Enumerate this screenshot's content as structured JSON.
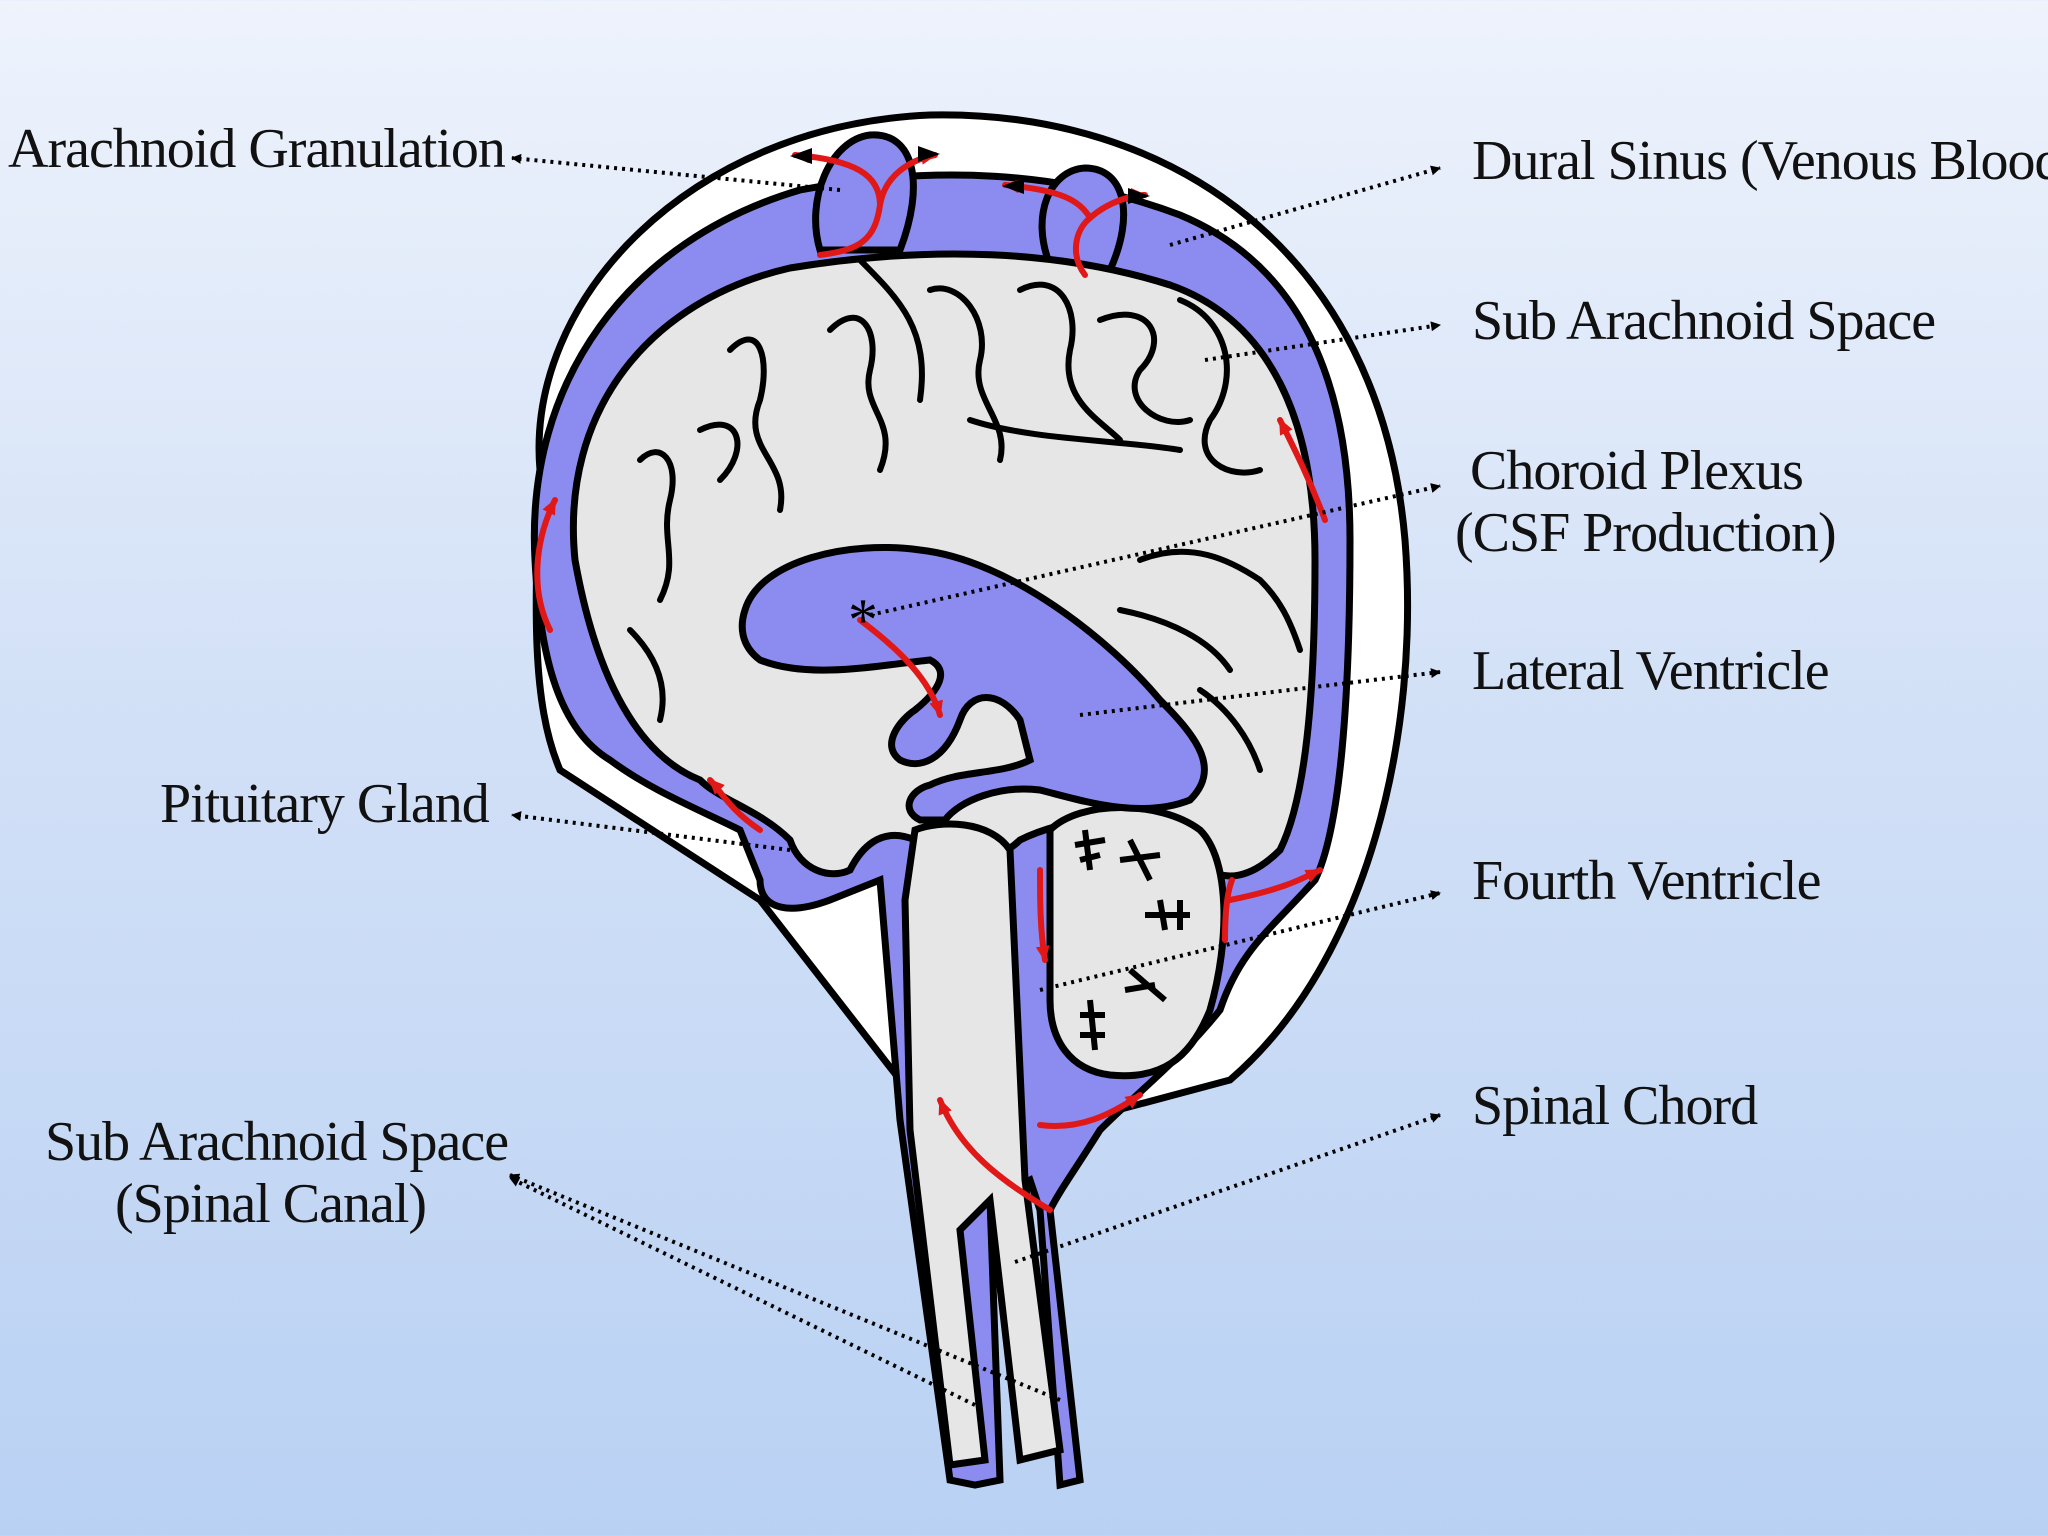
{
  "labels": {
    "arachnoid_granulation": "Arachnoid Granulation",
    "pituitary_gland": "Pituitary Gland",
    "sub_arachnoid_spinal_line1": "Sub Arachnoid Space",
    "sub_arachnoid_spinal_line2": "(Spinal Canal)",
    "dural_sinus": "Dural Sinus (Venous Blood)",
    "sub_arachnoid_space": "Sub Arachnoid Space",
    "choroid_plexus_line1": "Choroid Plexus",
    "choroid_plexus_line2": "(CSF Production)",
    "lateral_ventricle": "Lateral Ventricle",
    "fourth_ventricle": "Fourth Ventricle",
    "spinal_chord": "Spinal Chord"
  },
  "choroid_marker": "*",
  "colors": {
    "csf": "#8c8cf0",
    "brain": "#e6e6e6",
    "skull": "#ffffff",
    "flow_arrow": "#e01818",
    "outline": "#000000"
  }
}
